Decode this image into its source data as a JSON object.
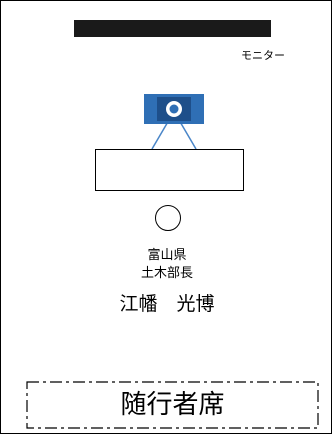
{
  "monitor": {
    "label": "モニター"
  },
  "camera": {
    "icon": "camera-icon",
    "body_color": "#2f6fb5",
    "inner_color": "#1e4f8a",
    "lens_color": "#ffffff",
    "beam_color": "#4a86c8"
  },
  "person": {
    "organization": "富山県",
    "title": "土木部長",
    "name": "江幡　光博"
  },
  "attendants": {
    "label": "随行者席"
  }
}
